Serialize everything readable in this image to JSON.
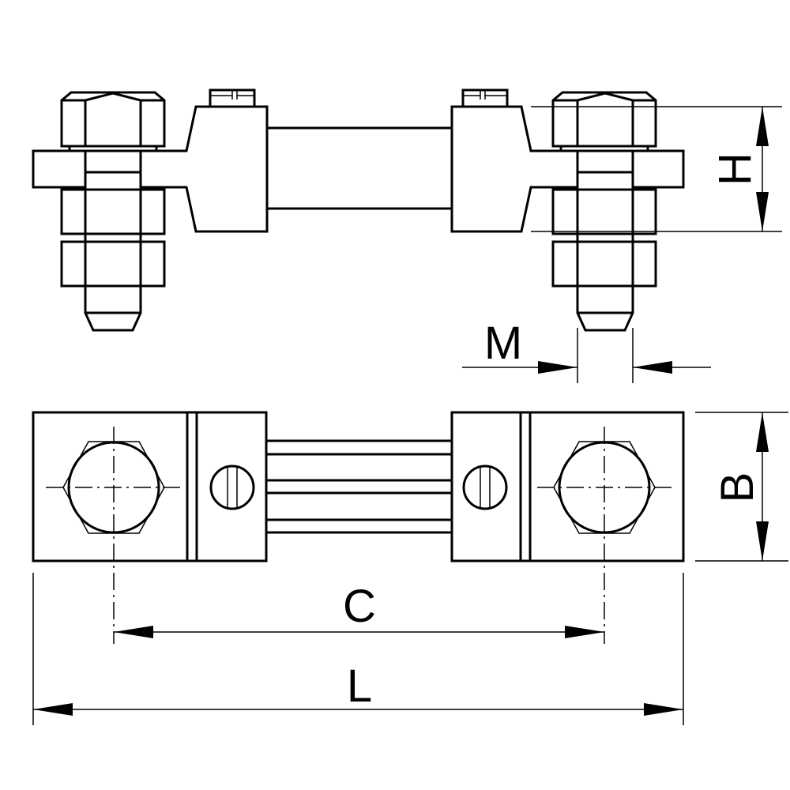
{
  "dimensions": {
    "H": "H",
    "M": "M",
    "B": "B",
    "C": "C",
    "L": "L"
  }
}
